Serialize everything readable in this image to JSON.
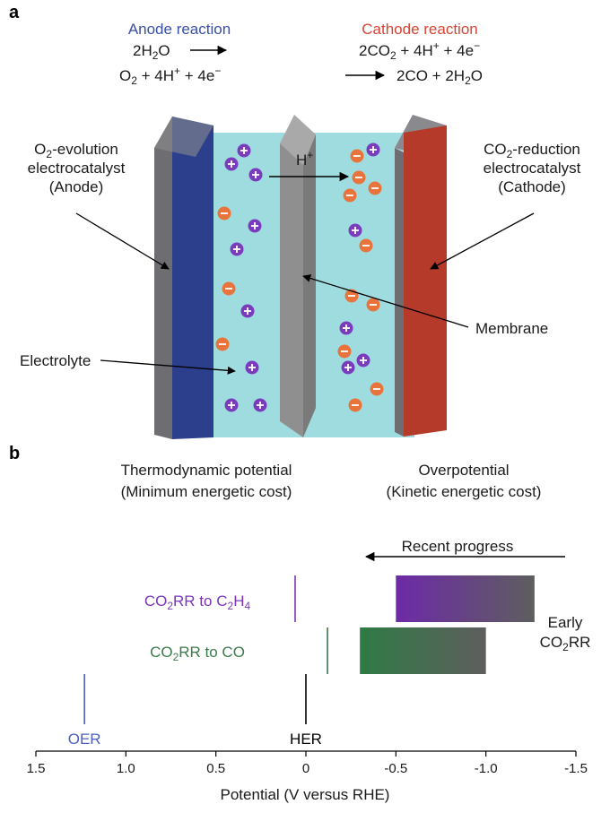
{
  "panel_a": {
    "letter": "a",
    "anode_title": "Anode reaction",
    "anode_line1": "2H2O",
    "anode_line2": "O2 + 4H+ + 4e−",
    "cathode_title": "Cathode reaction",
    "cathode_line1": "2CO2 + 4H+ + 4e−",
    "cathode_line2": "2CO + 2H2O",
    "anode_catalyst": [
      "O2-evolution",
      "electrocatalyst",
      "(Anode)"
    ],
    "cathode_catalyst": [
      "CO2-reduction",
      "electrocatalyst",
      "(Cathode)"
    ],
    "proton_label": "H+",
    "membrane_label": "Membrane",
    "electrolyte_label": "Electrolyte",
    "colors": {
      "anode": "#2b3f8c",
      "cathode": "#b63a2a",
      "electrolyte": "#9fdce0",
      "membrane": "#8f8f8f",
      "cation": "#7a3bbd",
      "anion": "#e8743b",
      "anode_title": "#3a4fa8",
      "cathode_title": "#d64433"
    }
  },
  "panel_b": {
    "letter": "b",
    "thermo_title": [
      "Thermodynamic potential",
      "(Minimum energetic cost)"
    ],
    "over_title": [
      "Overpotential",
      "(Kinetic energetic cost)"
    ],
    "progress_label": "Recent progress",
    "early_label": [
      "Early",
      "CO2RR"
    ],
    "chart_data": {
      "type": "bar",
      "xlabel": "Potential (V versus RHE)",
      "xlim": [
        1.5,
        -1.5
      ],
      "xticks": [
        1.5,
        1.0,
        0.5,
        0,
        -0.5,
        -1.0,
        -1.5
      ],
      "xtick_labels": [
        "1.5",
        "1.0",
        "0.5",
        "0",
        "-0.5",
        "-1.0",
        "-1.5"
      ],
      "series": [
        {
          "name": "CO2RR to C2H4",
          "thermo": 0.06,
          "over_start": -0.5,
          "over_end": -1.27,
          "color": "#7a35b8"
        },
        {
          "name": "CO2RR to CO",
          "thermo": -0.12,
          "over_start": -0.3,
          "over_end": -1.0,
          "color": "#3b7a4a"
        }
      ],
      "markers": [
        {
          "name": "OER",
          "value": 1.23,
          "color": "#4a5fc1"
        },
        {
          "name": "HER",
          "value": 0,
          "color": "#000000"
        }
      ]
    }
  }
}
